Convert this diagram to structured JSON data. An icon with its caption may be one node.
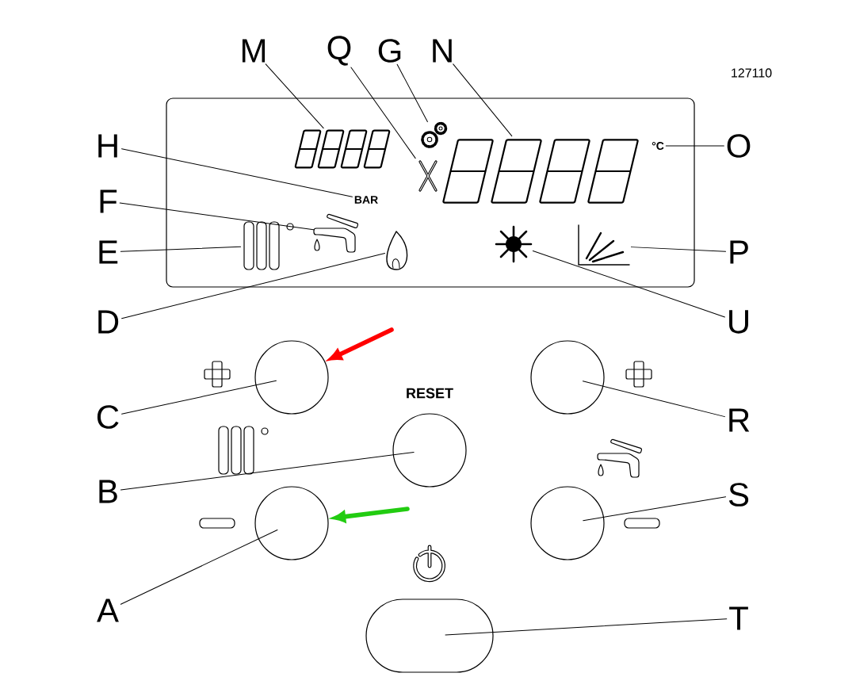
{
  "diagram": {
    "nodes": [
      {
        "text": [
          "M"
        ]
      },
      {
        "text": [],
        "shape": "digits"
      },
      {
        "text": [
          "Q"
        ]
      },
      {
        "text": [],
        "shape": "tools"
      },
      {
        "text": [
          "G"
        ]
      },
      {
        "text": [],
        "shape": "gears"
      },
      {
        "text": [
          "N"
        ]
      },
      {
        "text": [],
        "shape": "digits"
      },
      {
        "text": [
          "H"
        ]
      },
      {
        "text": [
          "BAR"
        ]
      },
      {
        "text": [
          "O"
        ]
      },
      {
        "text": [
          "°C"
        ]
      },
      {
        "text": [
          "F"
        ]
      },
      {
        "text": [],
        "shape": "tap"
      },
      {
        "text": [
          "E"
        ]
      },
      {
        "text": [],
        "shape": "radiator"
      },
      {
        "text": [
          "D"
        ]
      },
      {
        "text": [],
        "shape": "flame"
      },
      {
        "text": [
          "U"
        ]
      },
      {
        "text": [],
        "shape": "snowflake"
      },
      {
        "text": [
          "P"
        ]
      },
      {
        "text": [],
        "shape": "solar"
      },
      {
        "text": [
          "C"
        ]
      },
      {
        "text": [],
        "shape": "circle"
      },
      {
        "text": [
          "R"
        ]
      },
      {
        "text": [],
        "shape": "circle"
      },
      {
        "text": [
          "B"
        ]
      },
      {
        "text": [],
        "shape": "circle"
      },
      {
        "text": [
          "S"
        ]
      },
      {
        "text": [],
        "shape": "circle"
      },
      {
        "text": [
          "A"
        ]
      },
      {
        "text": [],
        "shape": "circle"
      },
      {
        "text": [
          "T"
        ]
      },
      {
        "text": [],
        "shape": "oval"
      }
    ],
    "edges": [
      {
        "from": 0,
        "to": 1,
        "arrow": "none"
      },
      {
        "from": 2,
        "to": 3,
        "arrow": "none"
      },
      {
        "from": 4,
        "to": 5,
        "arrow": "none"
      },
      {
        "from": 6,
        "to": 7,
        "arrow": "none"
      },
      {
        "from": 8,
        "to": 9,
        "arrow": "none"
      },
      {
        "from": 10,
        "to": 11,
        "arrow": "none"
      },
      {
        "from": 12,
        "to": 13,
        "arrow": "none"
      },
      {
        "from": 14,
        "to": 15,
        "arrow": "none"
      },
      {
        "from": 16,
        "to": 17,
        "arrow": "none"
      },
      {
        "from": 18,
        "to": 19,
        "arrow": "none"
      },
      {
        "from": 20,
        "to": 21,
        "arrow": "none"
      },
      {
        "from": 22,
        "to": 23,
        "arrow": "none"
      },
      {
        "from": 24,
        "to": 25,
        "arrow": "none"
      },
      {
        "from": 26,
        "to": 27,
        "arrow": "none"
      },
      {
        "from": 28,
        "to": 29,
        "arrow": "none"
      },
      {
        "from": 30,
        "to": 31,
        "arrow": "none"
      },
      {
        "from": 32,
        "to": 33,
        "arrow": "none"
      },
      {
        "from": null,
        "to": 23,
        "arrow": "to",
        "style": "thick",
        "color": "#ff0000"
      },
      {
        "from": null,
        "to": 31,
        "arrow": "to",
        "style": "thick",
        "color": "#22cc11"
      }
    ],
    "labels": [
      "127110",
      "RESET"
    ]
  }
}
